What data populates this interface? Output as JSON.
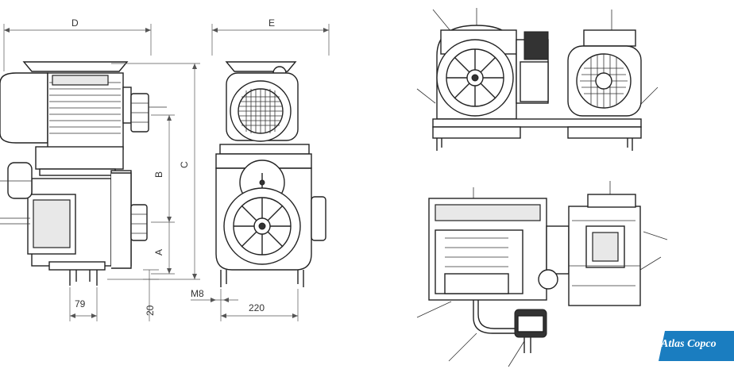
{
  "dimensions": {
    "D": "D",
    "E": "E",
    "C": "C",
    "B": "B",
    "A": "A",
    "d79": "79",
    "d20": "20",
    "M8": "M8",
    "d220": "220"
  },
  "brand": {
    "name": "Atlas Copco",
    "color": "#1a7dc0"
  },
  "colors": {
    "line": "#222222",
    "background": "#ffffff"
  }
}
